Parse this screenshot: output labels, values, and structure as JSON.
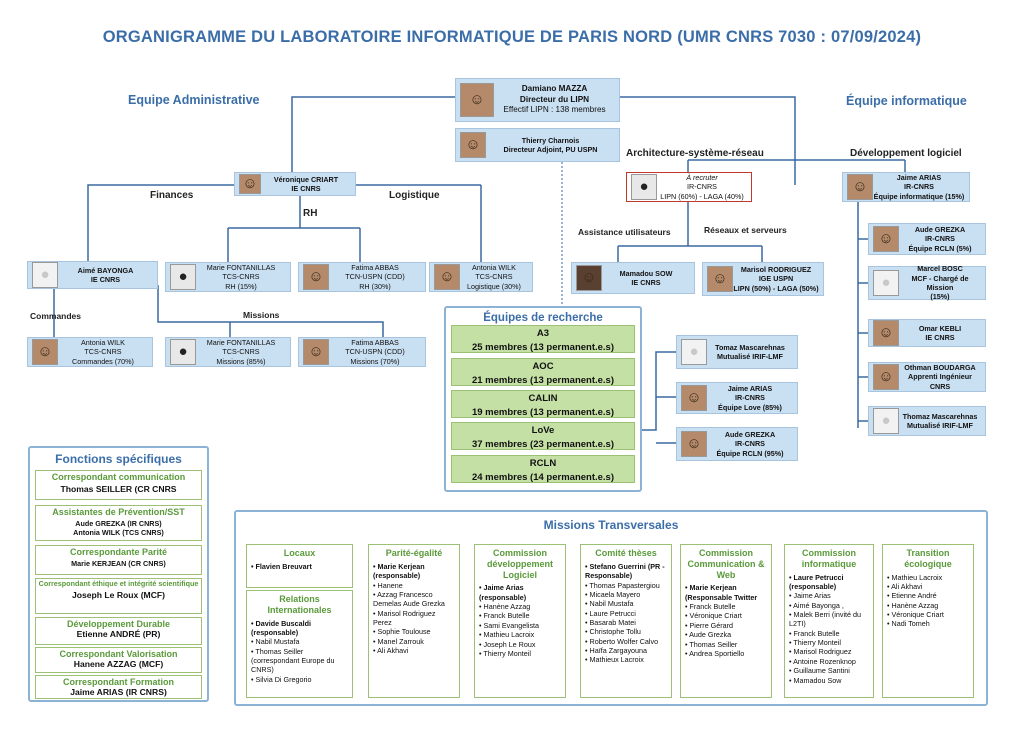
{
  "title": "ORGANIGRAMME DU LABORATOIRE INFORMATIQUE DE PARIS NORD (UMR CNRS 7030 : 07/09/2024)",
  "sections": {
    "admin": "Equipe Administrative",
    "info": "Équipe informatique",
    "archi": "Architecture-système-réseau",
    "dev": "Développement logiciel",
    "finances": "Finances",
    "rh": "RH",
    "logistique": "Logistique",
    "commandes": "Commandes",
    "missions": "Missions",
    "assistance": "Assistance utilisateurs",
    "reseaux": "Réseaux et serveurs"
  },
  "director": {
    "name": "Damiano MAZZA",
    "role": "Directeur du LIPN",
    "effectif": "Effectif LIPN : 138 membres"
  },
  "deputy": {
    "name": "Thierry Charnois",
    "role": "Directeur Adjoint, PU USPN"
  },
  "people": {
    "criart": [
      "Véronique CRIART",
      "IE CNRS"
    ],
    "bayonga": [
      "Aimé BAYONGA",
      "IE CNRS"
    ],
    "fontanillas_rh": [
      "Marie FONTANILLAS",
      "TCS-CNRS",
      "RH (15%)"
    ],
    "abbas_rh": [
      "Fatima ABBAS",
      "TCN-USPN (CDD)",
      "RH (30%)"
    ],
    "wilk_log": [
      "Antonia WILK",
      "TCS-CNRS",
      "Logistique (30%)"
    ],
    "wilk_cmd": [
      "Antonia WILK",
      "TCS-CNRS",
      "Commandes (70%)"
    ],
    "fontanillas_mis": [
      "Marie FONTANILLAS",
      "TCS-CNRS",
      "Missions (85%)"
    ],
    "abbas_mis": [
      "Fatima ABBAS",
      "TCN-USPN (CDD)",
      "Missions (70%)"
    ],
    "recruter": [
      "À recruter",
      "IR-CNRS",
      "LIPN (60%) - LAGA (40%)"
    ],
    "sow": [
      "Mamadou SOW",
      "IE CNRS"
    ],
    "rodriguez": [
      "Marisol RODRIGUEZ",
      "IGE USPN",
      "LIPN (50%) - LAGA (50%)"
    ],
    "arias_dev": [
      "Jaime ARIAS",
      "IR-CNRS",
      "Équipe informatique (15%)"
    ],
    "grezka_dev": [
      "Aude GREZKA",
      "IR-CNRS",
      "Équipe RCLN (5%)"
    ],
    "bosc": [
      "Marcel BOSC",
      "MCF - Chargé de Mission",
      "(15%)"
    ],
    "kebli": [
      "Omar KEBLI",
      "IE CNRS"
    ],
    "boudarga": [
      "Othman BOUDARGA",
      "Apprenti  Ingénieur CNRS"
    ],
    "mascarehnas_dev": [
      "Thomaz Mascarehnas",
      "Mutualisé IRIF-LMF"
    ],
    "mascarehnas_eq": [
      "Tomaz Mascarehnas",
      "Mutualisé IRIF-LMF"
    ],
    "arias_eq": [
      "Jaime ARIAS",
      "IR-CNRS",
      "Équipe Love (85%)"
    ],
    "grezka_eq": [
      "Aude GREZKA",
      "IR-CNRS",
      "Équipe RCLN (95%)"
    ]
  },
  "research": {
    "title": "Équipes de recherche",
    "teams": [
      {
        "name": "A3",
        "members": "25 membres (13 permanent.e.s)"
      },
      {
        "name": "AOC",
        "members": "21 membres (13 permanent.e.s)"
      },
      {
        "name": "CALIN",
        "members": "19 membres (13 permanent.e.s)"
      },
      {
        "name": "LoVe",
        "members": "37 membres (23 permanent.e.s)"
      },
      {
        "name": "RCLN",
        "members": "24 membres (14 permanent.e.s)"
      }
    ]
  },
  "fonctions": {
    "title": "Fonctions spécifiques",
    "items": [
      {
        "h": "Correspondant communication",
        "v": [
          "Thomas SEILLER (CR CNRS"
        ]
      },
      {
        "h": "Assistantes de Prévention/SST",
        "v": [
          "Aude GREZKA (IR CNRS)",
          "Antonia WILK (TCS CNRS)"
        ]
      },
      {
        "h": "Correspondante Parité",
        "v": [
          "Marie KERJEAN (CR CNRS)"
        ]
      },
      {
        "h": "Correspondant éthique et intégrité scientifique",
        "v": [
          "Joseph Le Roux (MCF)"
        ]
      },
      {
        "h": "Développement Durable",
        "v": [
          "Etienne ANDRÉ (PR)"
        ]
      },
      {
        "h": "Correspondant Valorisation",
        "v": [
          "Hanene AZZAG (MCF)"
        ]
      },
      {
        "h": "Correspondant Formation",
        "v": [
          "Jaime ARIAS (IR CNRS)"
        ]
      }
    ]
  },
  "missions": {
    "title": "Missions Transversales",
    "boxes": [
      {
        "h": "Locaux",
        "lead": "",
        "items": [
          "Flavien Breuvart"
        ]
      },
      {
        "h": "Relations Internationales",
        "lead": "Davide Buscaldi (responsable)",
        "items": [
          "Nabil Mustafa",
          "Thomas Seiller (correspondant Europe du CNRS)",
          "Silvia Di Gregorio"
        ]
      },
      {
        "h": "Parité-égalité",
        "lead": "Marie Kerjean (responsable)",
        "items": [
          "Hanene",
          "Azzag Francesco Demelas Aude Grezka",
          "Marisol Rodriguez Perez",
          "Sophie Toulouse",
          "Manel Zarrouk",
          "Ali Akhavi"
        ]
      },
      {
        "h": "Commission développement Logiciel",
        "lead": "Jaime Arias (responsable)",
        "items": [
          "Hanène Azzag",
          "Franck Butelle",
          "Sami Evangelista",
          "Mathieu Lacroix",
          "Joseph Le Roux",
          "Thierry Monteil"
        ]
      },
      {
        "h": "Comité thèses",
        "lead": "Stefano Guerrini (PR - Responsable)",
        "items": [
          "Thomas Papastergiou",
          "Micaela Mayero",
          "Nabil Mustafa",
          "Laure Petrucci",
          "Basarab Matei",
          "Christophe Tollu",
          "Roberto Wolfer Calvo",
          "Haïfa Zargayouna",
          "Mathieux Lacroix"
        ]
      },
      {
        "h": "Commission Communication & Web",
        "lead": "Marie Kerjean (Responsable Twitter",
        "items": [
          "Franck Butelle",
          "Véronique Criart",
          "Pierre Gérard",
          "Aude Grezka",
          "Thomas Seiller",
          "Andrea Sportiello"
        ]
      },
      {
        "h": "Commission informatique",
        "lead": "Laure Petrucci (responsable)",
        "items": [
          "Jaime Arias",
          "Aimé Bayonga ,",
          "Malek Berri (invité du L2TI)",
          "Franck Butelle",
          "Thierry Monteil",
          "Marisol Rodriguez",
          "Antoine Rozenknop",
          "Guillaume Santini",
          "Mamadou Sow"
        ]
      },
      {
        "h": "Transition écologique",
        "lead": "",
        "items": [
          "Mathieu Lacroix",
          "Ali Akhavi",
          "Etienne André",
          "Hanène Azzag",
          "Véronique Criart",
          "Nadi Tomeh"
        ]
      }
    ]
  },
  "colors": {
    "title": "#3b6ea8",
    "card": "#c9dff2",
    "green": "#c5e0a5",
    "line": "#3a6aa0",
    "heading_green": "#5a9a3a"
  }
}
